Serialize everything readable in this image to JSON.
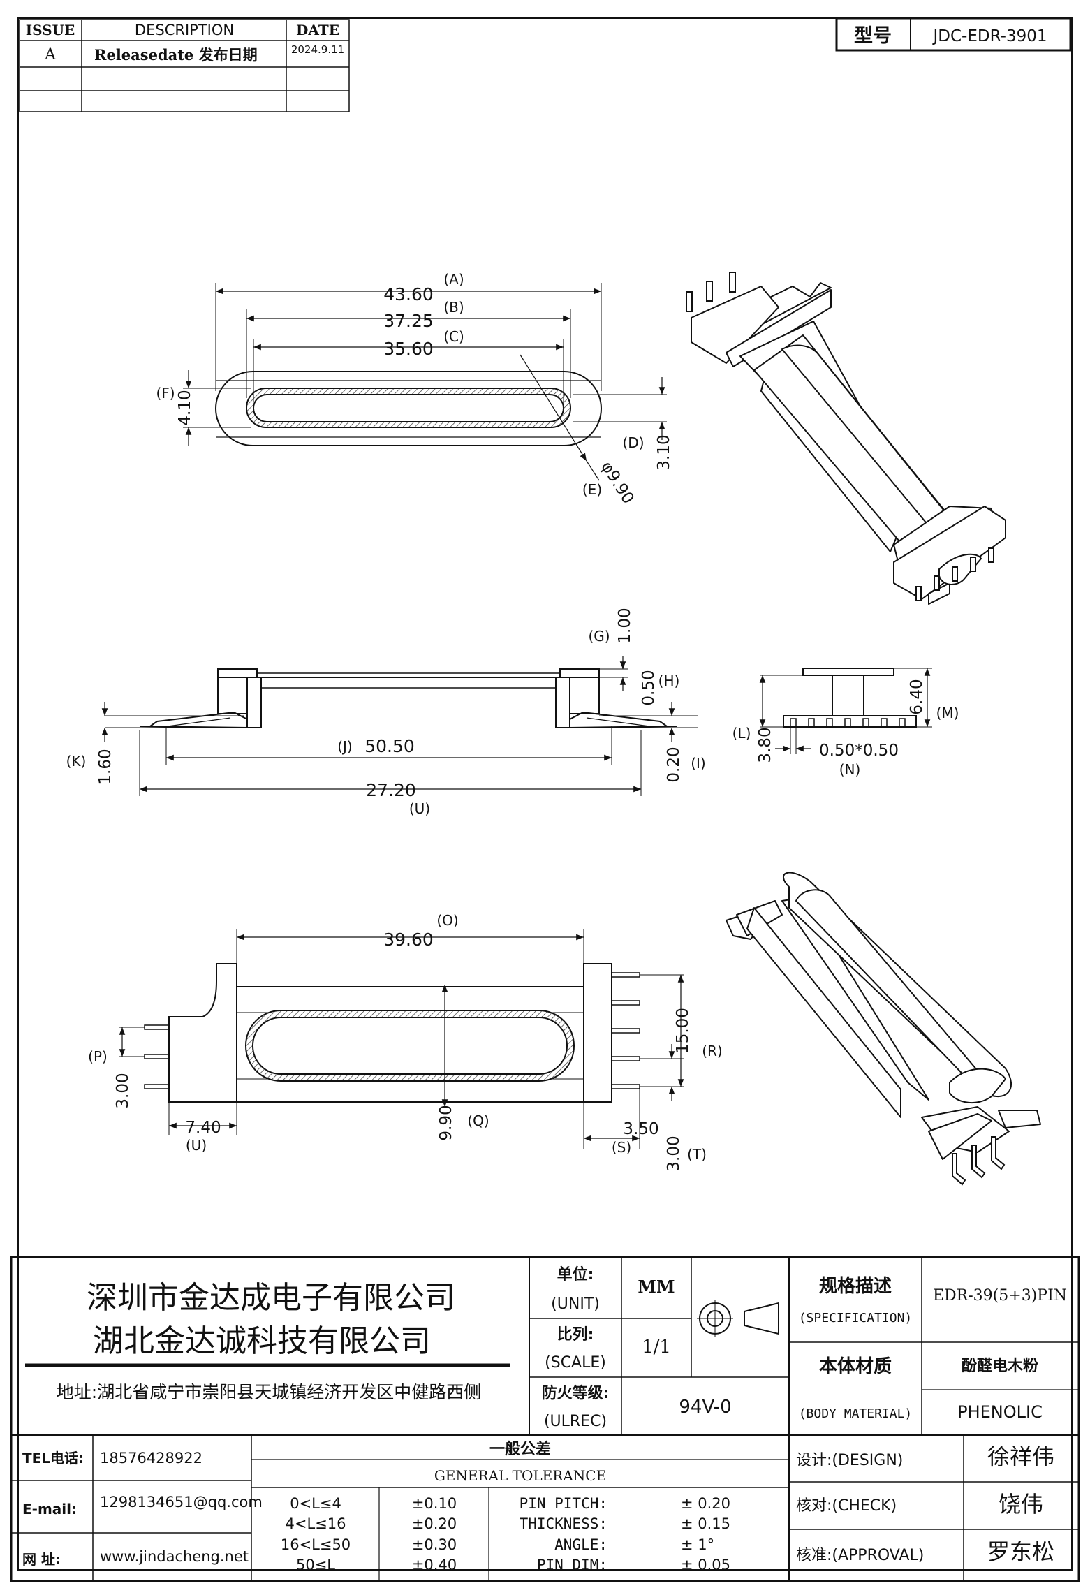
{
  "revision_table": {
    "headers": [
      "ISSUE",
      "DESCRIPTION",
      "DATE"
    ],
    "rows": [
      [
        "A",
        "Releasedate 发布日期",
        "2024.9.11"
      ]
    ]
  },
  "model": {
    "label": "型号",
    "value": "JDC-EDR-3901"
  },
  "top_view": {
    "A": "43.60",
    "A_tag": "(A)",
    "B": "37.25",
    "B_tag": "(B)",
    "C": "35.60",
    "C_tag": "(C)",
    "F": "4.10",
    "F_tag": "(F)",
    "D": "3.10",
    "D_tag": "(D)",
    "E": "φ9.90",
    "E_tag": "(E)"
  },
  "side_view": {
    "G": "1.00",
    "G_tag": "(G)",
    "H": "0.50",
    "H_tag": "(H)",
    "I": "0.20",
    "I_tag": "(I)",
    "J": "50.50",
    "J_tag": "(J)",
    "K": "1.60",
    "K_tag": "(K)",
    "U": "27.20",
    "U_tag": "(U)"
  },
  "end_view": {
    "M": "6.40",
    "M_tag": "(M)",
    "L": "3.80",
    "L_tag": "(L)",
    "N": "0.50*0.50",
    "N_tag": "(N)"
  },
  "bottom_view": {
    "O": "39.60",
    "O_tag": "(O)",
    "P": "3.00",
    "P_tag": "(P)",
    "U": "7.40",
    "U_tag": "(U)",
    "Q": "9.90",
    "Q_tag": "(Q)",
    "R": "15.00",
    "R_tag": "(R)",
    "S": "3.50",
    "S_tag": "(S)",
    "T": "3.00",
    "T_tag": "(T)"
  },
  "title_block": {
    "company1": "深圳市金达成电子有限公司",
    "company2": "湖北金达诚科技有限公司",
    "address": "地址:湖北省咸宁市崇阳县天城镇经济开发区中健路西侧",
    "unit_cn": "单位:",
    "unit_en": "(UNIT)",
    "unit_value": "MM",
    "scale_cn": "比列:",
    "scale_en": "(SCALE)",
    "scale_value": "1/1",
    "fire_cn": "防火等级:",
    "fire_en": "(ULREC)",
    "fire_value": "94V-0",
    "spec_cn": "规格描述",
    "spec_en": "(SPECIFICATION)",
    "spec_value": "EDR-39(5+3)PIN",
    "material_cn": "本体材质",
    "material_en": "(BODY MATERIAL)",
    "material_value_cn": "酚醛电木粉",
    "material_value_en": "PHENOLIC",
    "tel_label": "TEL电话:",
    "tel": "18576428922",
    "email_label": "E-mail:",
    "email": "1298134651@qq.com",
    "web_label": "网  址:",
    "web": "www.jindacheng.net",
    "tol_cn": "一般公差",
    "tol_en": "GENERAL TOLERANCE",
    "tol_rows": [
      {
        "range": "0<L≤4",
        "tol": "±0.10",
        "name": "PIN PITCH:",
        "value": "±  0.20"
      },
      {
        "range": "4<L≤16",
        "tol": "±0.20",
        "name": "THICKNESS:",
        "value": "±  0.15"
      },
      {
        "range": "16<L≤50",
        "tol": "±0.30",
        "name": "ANGLE:",
        "value": "±  1°"
      },
      {
        "range": "50≤L",
        "tol": "±0.40",
        "name": "PIN DIM:",
        "value": "±  0.05"
      }
    ],
    "design_label": "设计:(DESIGN)",
    "design_name": "徐祥伟",
    "check_label": "核对:(CHECK)",
    "check_name": "饶伟",
    "approval_label": "核准:(APPROVAL)",
    "approval_name": "罗东松"
  }
}
